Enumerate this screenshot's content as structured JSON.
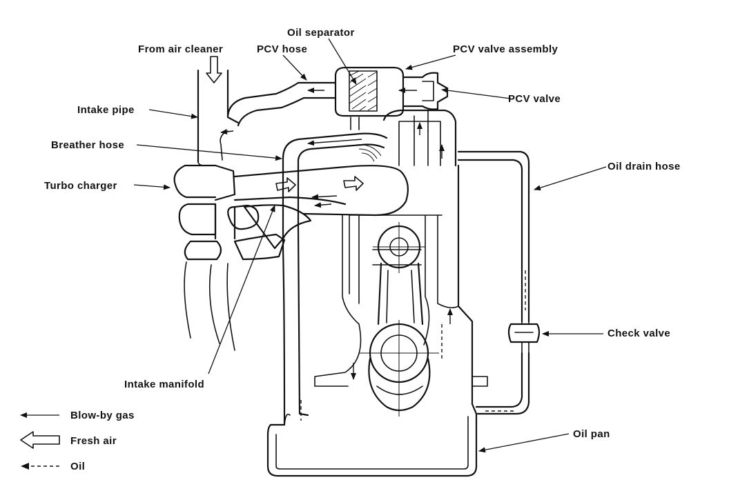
{
  "labels": {
    "oil_separator": "Oil separator",
    "from_air_cleaner": "From air cleaner",
    "pcv_hose": "PCV hose",
    "pcv_valve_assembly": "PCV valve assembly",
    "pcv_valve": "PCV valve",
    "intake_pipe": "Intake pipe",
    "breather_hose": "Breather hose",
    "oil_drain_hose": "Oil drain hose",
    "turbo_charger": "Turbo charger",
    "intake_manifold": "Intake manifold",
    "check_valve": "Check valve",
    "oil_pan": "Oil pan"
  },
  "legend": {
    "items": [
      {
        "symbol": "solid-arrow",
        "label": "Blow-by gas"
      },
      {
        "symbol": "hollow-arrow",
        "label": "Fresh air"
      },
      {
        "symbol": "dashed-arrow",
        "label": "Oil"
      }
    ]
  }
}
